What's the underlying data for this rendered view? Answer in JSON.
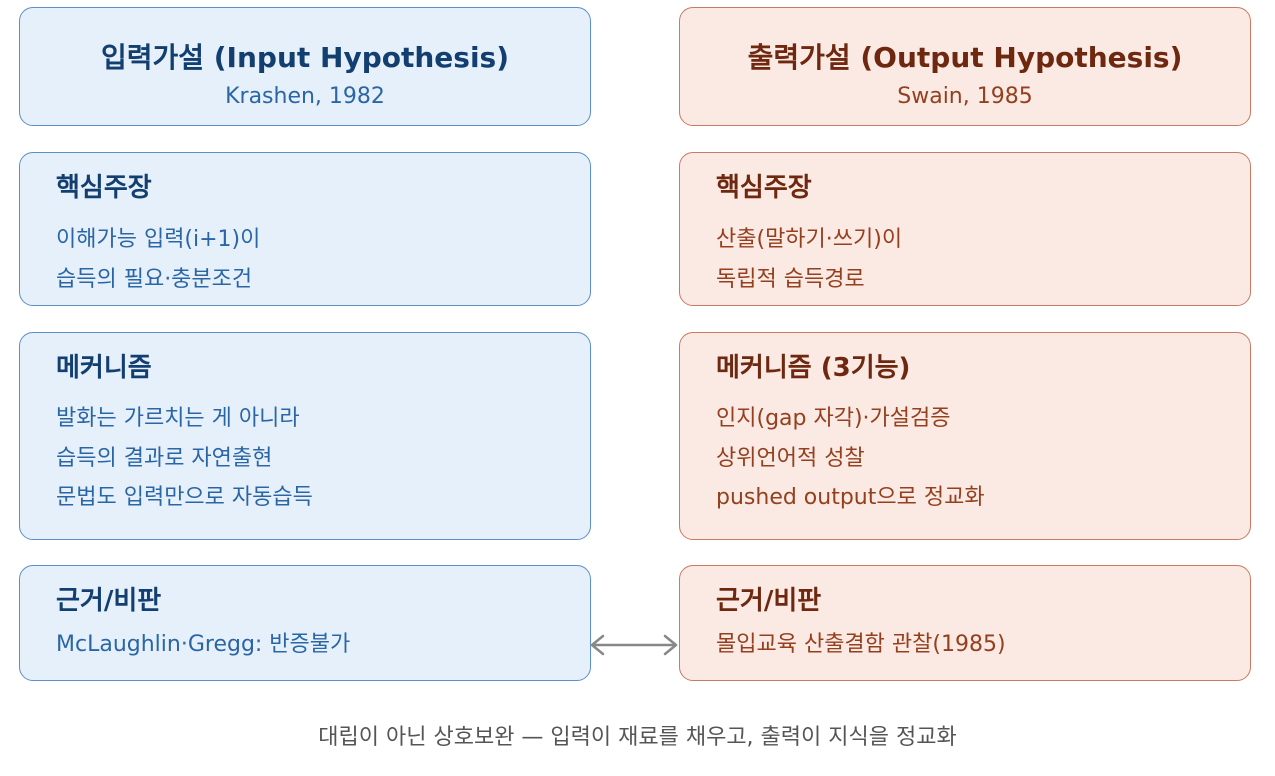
{
  "left": {
    "header": {
      "title": "입력가설 (Input Hypothesis)",
      "subtitle": "Krashen, 1982"
    },
    "claim": {
      "title": "핵심주장",
      "lines": [
        "이해가능 입력(i+1)이",
        "습득의 필요·충분조건"
      ]
    },
    "mechanism": {
      "title": "메커니즘",
      "lines": [
        "발화는 가르치는 게 아니라",
        "습득의 결과로 자연출현",
        "문법도 입력만으로 자동습득"
      ]
    },
    "evidence": {
      "title": "근거/비판",
      "lines": [
        "McLaughlin·Gregg: 반증불가"
      ]
    }
  },
  "right": {
    "header": {
      "title": "출력가설 (Output Hypothesis)",
      "subtitle": "Swain, 1985"
    },
    "claim": {
      "title": "핵심주장",
      "lines": [
        "산출(말하기·쓰기)이",
        "독립적 습득경로"
      ]
    },
    "mechanism": {
      "title": "메커니즘 (3기능)",
      "lines": [
        "인지(gap 자각)·가설검증",
        "상위언어적 성찰",
        "pushed output으로 정교화"
      ]
    },
    "evidence": {
      "title": "근거/비판",
      "lines": [
        "몰입교육 산출결함 관찰(1985)"
      ]
    }
  },
  "footer": "대립이 아닌 상호보완 — 입력이 재료를 채우고, 출력이 지식을 정교화",
  "colors": {
    "input_fill": "#e6f0fa",
    "input_border": "#5a8fc7",
    "input_text": "#184f8a",
    "output_fill": "#fbe9e3",
    "output_border": "#c97a63",
    "output_text": "#7a2f14",
    "arrow": "#888888"
  }
}
